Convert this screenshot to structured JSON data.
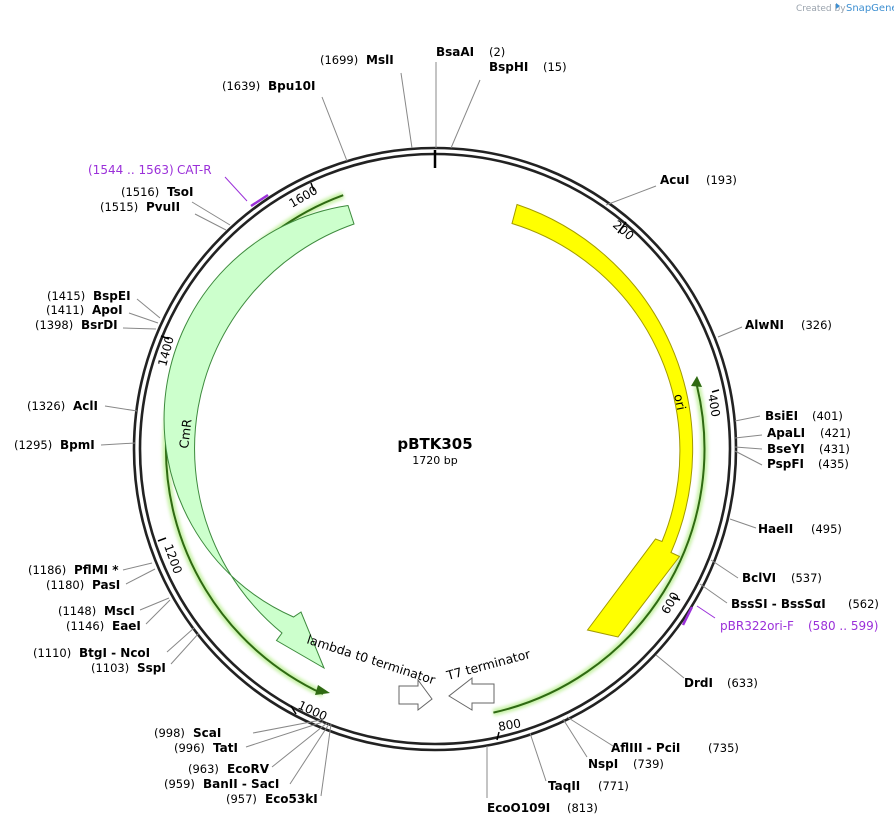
{
  "plasmid": {
    "name": "pBTK305",
    "length_label": "1720 bp"
  },
  "branding": {
    "created_by": "Created by",
    "app": "SnapGene"
  },
  "ticks": [
    "200",
    "400",
    "600",
    "800",
    "1000",
    "1200",
    "1400",
    "1600"
  ],
  "features": {
    "ori": "ori",
    "cmr": "CmR",
    "lambda": "lambda t0 terminator",
    "t7": "T7 terminator"
  },
  "primers": {
    "catr_range": "(1544 .. 1563)",
    "catr_name": "CAT-R",
    "pbr_name": "pBR322ori-F",
    "pbr_range": "(580 .. 599)"
  },
  "enzymes": [
    {
      "name": "BsaAI",
      "pos": "(2)"
    },
    {
      "name": "BspHI",
      "pos": "(15)"
    },
    {
      "name": "MslI",
      "pos": "(1699)"
    },
    {
      "name": "Bpu10I",
      "pos": "(1639)"
    },
    {
      "name": "AcuI",
      "pos": "(193)"
    },
    {
      "name": "TsoI",
      "pos": "(1516)"
    },
    {
      "name": "PvuII",
      "pos": "(1515)"
    },
    {
      "name": "BspEI",
      "pos": "(1415)"
    },
    {
      "name": "ApoI",
      "pos": "(1411)"
    },
    {
      "name": "BsrDI",
      "pos": "(1398)"
    },
    {
      "name": "AlwNI",
      "pos": "(326)"
    },
    {
      "name": "BsiEI",
      "pos": "(401)"
    },
    {
      "name": "ApaLI",
      "pos": "(421)"
    },
    {
      "name": "BseYI",
      "pos": "(431)"
    },
    {
      "name": "PspFI",
      "pos": "(435)"
    },
    {
      "name": "AclI",
      "pos": "(1326)"
    },
    {
      "name": "BpmI",
      "pos": "(1295)"
    },
    {
      "name": "HaeII",
      "pos": "(495)"
    },
    {
      "name": "BclVI",
      "pos": "(537)"
    },
    {
      "name": "BssSI - BssSαI",
      "pos": "(562)"
    },
    {
      "name": "PflMI *",
      "pos": "(1186)"
    },
    {
      "name": "PasI",
      "pos": "(1180)"
    },
    {
      "name": "MscI",
      "pos": "(1148)"
    },
    {
      "name": "EaeI",
      "pos": "(1146)"
    },
    {
      "name": "BtgI - NcoI",
      "pos": "(1110)"
    },
    {
      "name": "SspI",
      "pos": "(1103)"
    },
    {
      "name": "DrdI",
      "pos": "(633)"
    },
    {
      "name": "ScaI",
      "pos": "(998)"
    },
    {
      "name": "TatI",
      "pos": "(996)"
    },
    {
      "name": "AflIII - PciI",
      "pos": "(735)"
    },
    {
      "name": "NspI",
      "pos": "(739)"
    },
    {
      "name": "EcoRV",
      "pos": "(963)"
    },
    {
      "name": "BanII - SacI",
      "pos": "(959)"
    },
    {
      "name": "Eco53kI",
      "pos": "(957)"
    },
    {
      "name": "TaqII",
      "pos": "(771)"
    },
    {
      "name": "EcoO109I",
      "pos": "(813)"
    }
  ]
}
